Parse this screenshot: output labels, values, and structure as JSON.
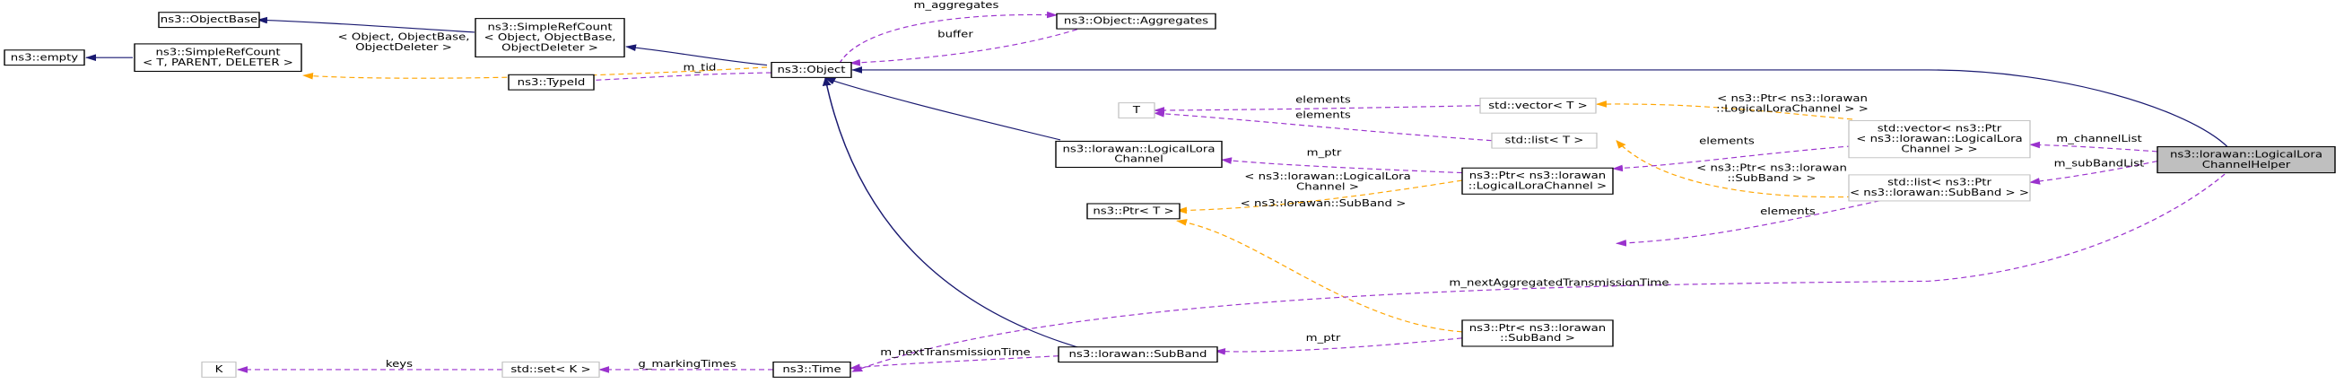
{
  "diagram": {
    "nodes": {
      "empty": [
        "ns3::empty"
      ],
      "objectbase": [
        "ns3::ObjectBase"
      ],
      "simplerefcount_t": [
        "ns3::SimpleRefCount",
        "< T, PARENT, DELETER >"
      ],
      "simplerefcount_obj": [
        "ns3::SimpleRefCount",
        "< Object, ObjectBase,",
        "ObjectDeleter >"
      ],
      "aggregates": [
        "ns3::Object::Aggregates"
      ],
      "typeid": [
        "ns3::TypeId"
      ],
      "object": [
        "ns3::Object"
      ],
      "t": [
        "T"
      ],
      "vector_t": [
        "std::vector< T >"
      ],
      "list_t": [
        "std::list< T >"
      ],
      "logicalloraChannel": [
        "ns3::lorawan::LogicalLora",
        "Channel"
      ],
      "ptr_t": [
        "ns3::Ptr< T >"
      ],
      "ptr_llc": [
        "ns3::Ptr< ns3::lorawan",
        "::LogicalLoraChannel >"
      ],
      "ptr_subband": [
        "ns3::Ptr< ns3::lorawan",
        "::SubBand >"
      ],
      "subband": [
        "ns3::lorawan::SubBand"
      ],
      "k": [
        "K"
      ],
      "set_k": [
        "std::set< K >"
      ],
      "time": [
        "ns3::Time"
      ],
      "vector_ptr_llc": [
        "std::vector< ns3::Ptr",
        "< ns3::lorawan::LogicalLora",
        "Channel > >"
      ],
      "list_ptr_subband": [
        "std::list< ns3::Ptr",
        "< ns3::lorawan::SubBand > >"
      ],
      "helper": [
        "ns3::lorawan::LogicalLora",
        "ChannelHelper"
      ]
    },
    "edge_labels": {
      "m_aggregates": [
        "m_aggregates"
      ],
      "buffer": [
        "buffer"
      ],
      "m_tid": [
        "m_tid"
      ],
      "simplerefcount_tmpl": [
        "< Object, ObjectBase,",
        "ObjectDeleter >"
      ],
      "elements_vector": [
        "elements"
      ],
      "elements_list": [
        "elements"
      ],
      "vector_tmpl": [
        "< ns3::Ptr< ns3::lorawan",
        "::LogicalLoraChannel > >"
      ],
      "m_channelList": [
        "m_channelList"
      ],
      "elements_ptr_llc": [
        "elements"
      ],
      "list_tmpl": [
        "< ns3::Ptr< ns3::lorawan",
        "::SubBand > >"
      ],
      "m_subBandList": [
        "m_subBandList"
      ],
      "m_ptr_llc": [
        "m_ptr"
      ],
      "ptr_llc_tmpl": [
        "< ns3::lorawan::LogicalLora",
        "Channel >"
      ],
      "ptr_subband_tmpl": [
        "< ns3::lorawan::SubBand >"
      ],
      "elements_ptr_subband": [
        "elements"
      ],
      "m_ptr_subband": [
        "m_ptr"
      ],
      "m_nextTransmissionTime": [
        "m_nextTransmissionTime"
      ],
      "keys": [
        "keys"
      ],
      "g_markingTimes": [
        "g_markingTimes"
      ],
      "m_nextAggregatedTransmissionTime": [
        "m_nextAggregatedTransmissionTime"
      ]
    },
    "colors": {
      "inheritance": "#191970",
      "member": "#9a32cd",
      "template": "#ffa500",
      "focus_fill": "#bfbfbf",
      "template_border": "#bfbfbf"
    }
  }
}
